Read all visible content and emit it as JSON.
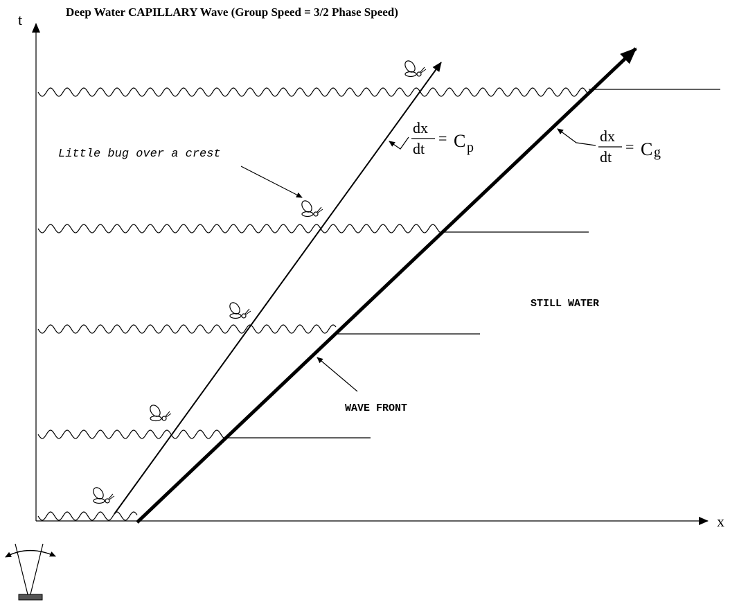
{
  "title": "Deep Water CAPILLARY Wave (Group Speed = 3/2 Phase Speed)",
  "axes": {
    "x_label": "x",
    "y_label": "t"
  },
  "annotations": {
    "bug_caption": "Little bug over a crest",
    "wave_front": "WAVE FRONT",
    "still_water": "STILL WATER"
  },
  "equations": {
    "phase": {
      "numerator": "dx",
      "denominator": "dt",
      "equals": "=",
      "symbol": "C",
      "subscript": "p"
    },
    "group": {
      "numerator": "dx",
      "denominator": "dt",
      "equals": "=",
      "symbol": "C",
      "subscript": "g"
    }
  }
}
